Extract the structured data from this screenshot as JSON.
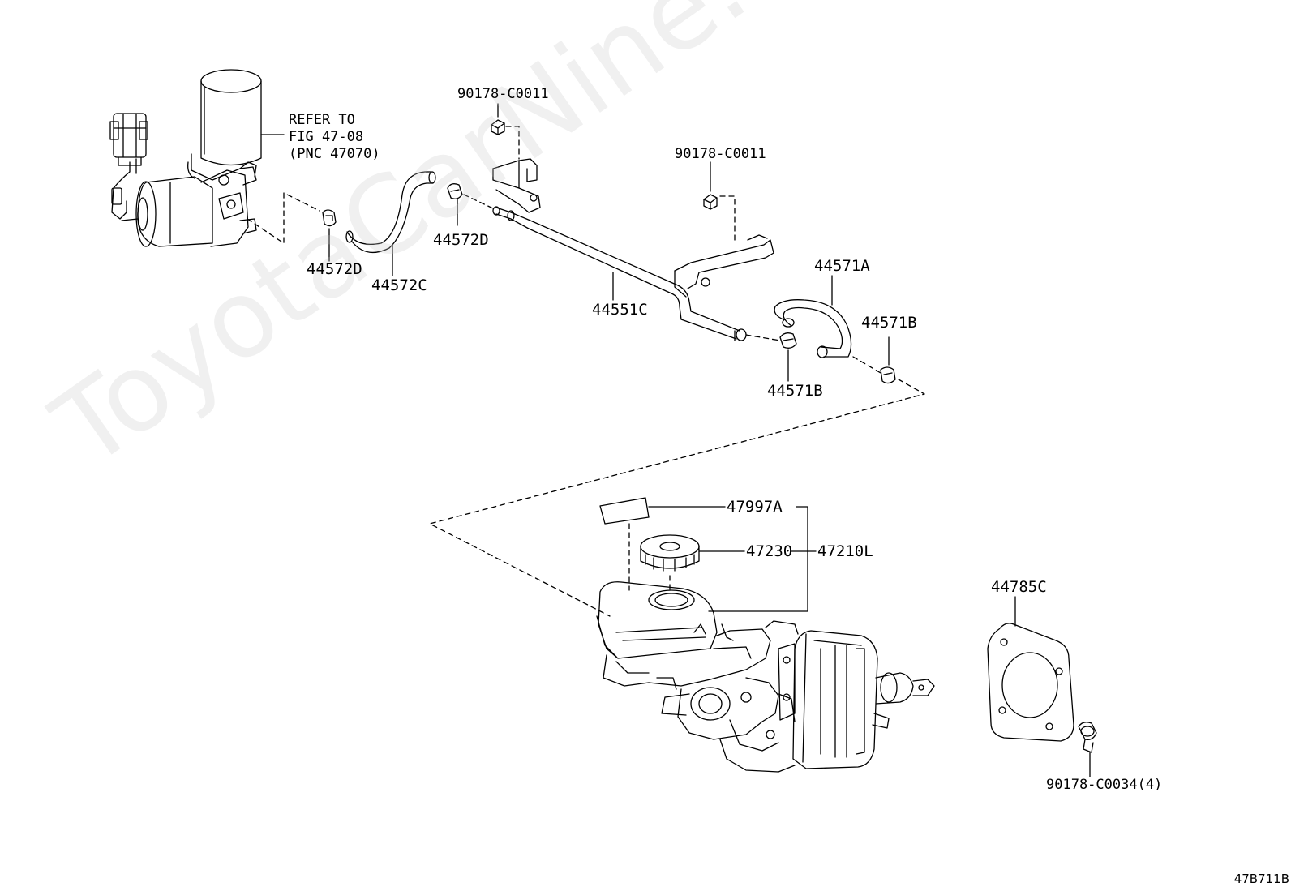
{
  "watermark": "ToyotaCarNine.ru",
  "figure_id": "47B711B",
  "note": {
    "line1": "REFER TO",
    "line2": "FIG 47-08",
    "line3": "(PNC 47070)"
  },
  "callouts": {
    "c_90178_top": "90178-C0011",
    "c_90178_mid": "90178-C0011",
    "c_44572D_left": "44572D",
    "c_44572C": "44572C",
    "c_44572D_right": "44572D",
    "c_44551C": "44551C",
    "c_44571A": "44571A",
    "c_44571B_right": "44571B",
    "c_44571B_low": "44571B",
    "c_47997A": "47997A",
    "c_47230": "47230",
    "c_47210L": "47210L",
    "c_44785C": "44785C",
    "c_90178_bolt": "90178-C0034(4)"
  }
}
